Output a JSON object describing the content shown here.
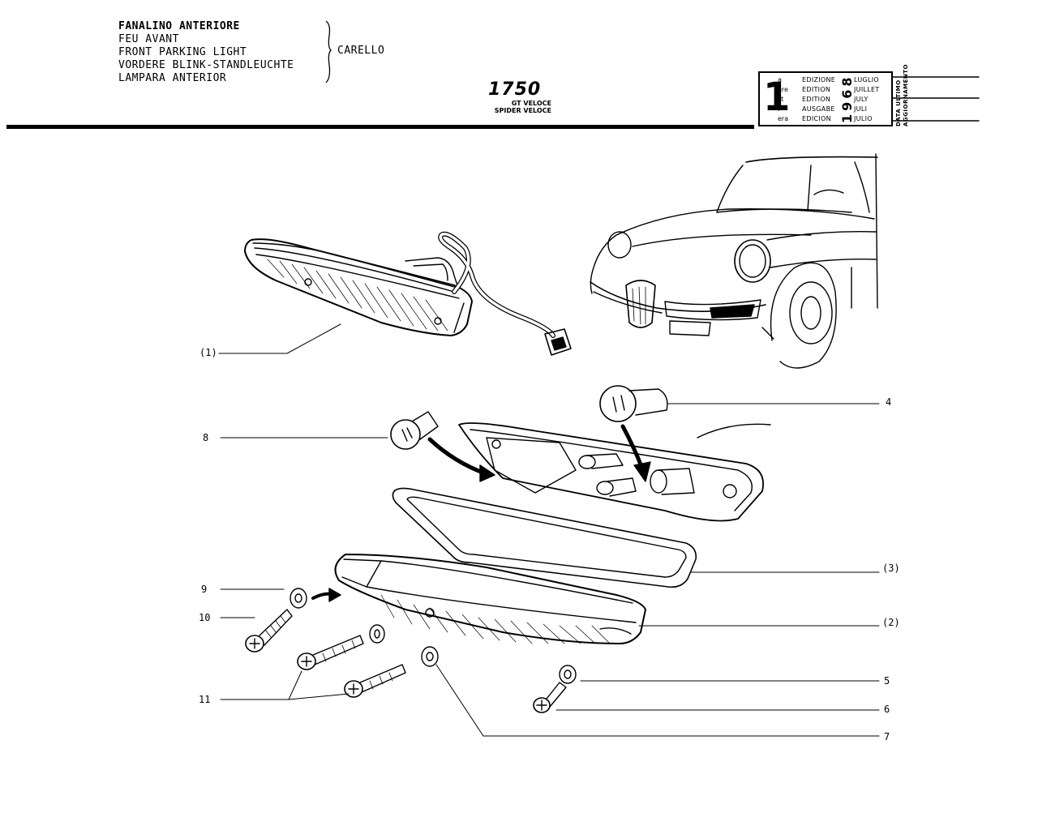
{
  "header": {
    "titles": [
      "FANALINO ANTERIORE",
      "FEU AVANT",
      "FRONT PARKING LIGHT",
      "VORDERE BLINK-STANDLEUCHTE",
      "LAMPARA ANTERIOR"
    ],
    "maker": "CARELLO",
    "model": "1750",
    "variants": [
      "GT VELOCE",
      "SPIDER VELOCE"
    ]
  },
  "edition_box": {
    "number": "1",
    "ordinals": [
      "a",
      "ere",
      "st",
      ".",
      "era"
    ],
    "edition_words": [
      "EDIZIONE",
      "EDITION",
      "EDITION",
      "AUSGABE",
      "EDICION"
    ],
    "months": [
      "LUGLIO",
      "JUILLET",
      "JULY",
      "JULI",
      "JULIO"
    ],
    "year": "1968",
    "update_label_1": "DATA ULTIMO",
    "update_label_2": "AGGIORNAMENTO"
  },
  "callouts": {
    "c1": "(1)",
    "c2": "(2)",
    "c3": "(3)",
    "c4": "4",
    "c5": "5",
    "c6": "6",
    "c7": "7",
    "c8": "8",
    "c9": "9",
    "c10": "10",
    "c11": "11"
  }
}
